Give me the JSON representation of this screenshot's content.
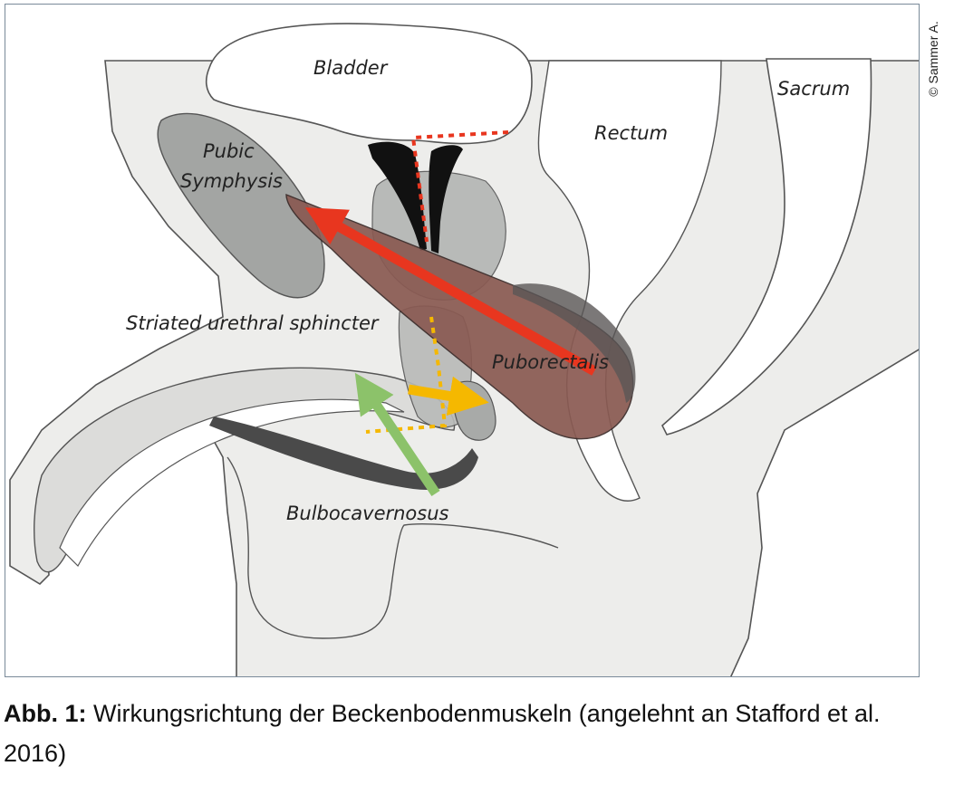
{
  "labels": {
    "bladder": "Bladder",
    "rectum": "Rectum",
    "sacrum": "Sacrum",
    "pubic": "Pubic",
    "symphysis": "Symphysis",
    "striated": "Striated urethral sphincter",
    "puborectalis": "Puborectalis",
    "bulbocavernosus": "Bulbocavernosus"
  },
  "credit": "© Sammer A.",
  "caption": {
    "prefix": "Abb. 1:",
    "text": " Wirkungsrichtung der Beckenbodenmuskeln (angelehnt an Stafford et al. 2016)"
  },
  "colors": {
    "tissue": "#ededeb",
    "bone": "#a3a5a3",
    "muscle": "#8a5a52",
    "arrow_puborectalis": "#e8361f",
    "arrow_sphincter": "#f5b800",
    "arrow_bulbocavernosus": "#8cc26a",
    "dotted_red": "#e8361f",
    "dotted_yellow": "#f5b800"
  }
}
